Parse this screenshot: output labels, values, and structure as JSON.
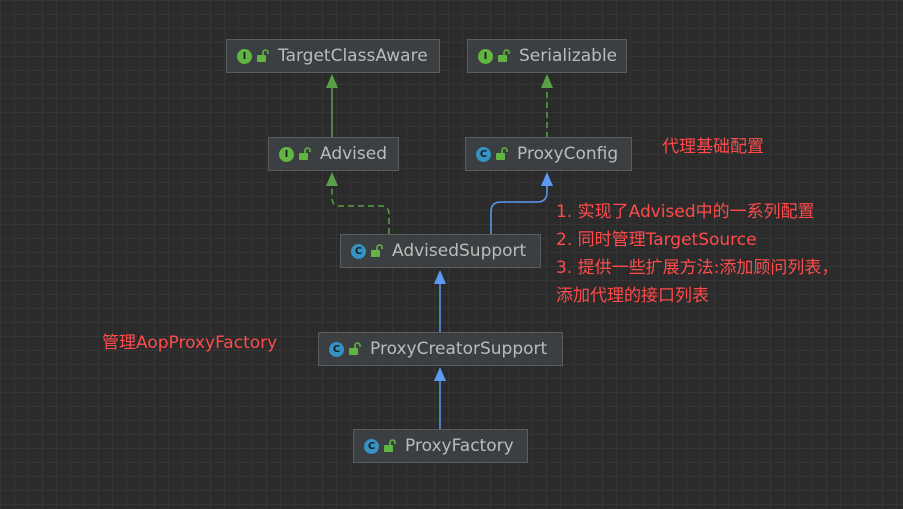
{
  "colors": {
    "background": "#2b2b2b",
    "node_fill": "#3c3f41",
    "node_border": "#5a5d5f",
    "text": "#bbbbbb",
    "interface_badge": "#62b543",
    "class_badge": "#3592c4",
    "extends_arrow": "#5b9bf5",
    "implements_arrow": "#5aa04a",
    "annotation": "#ff4b4b"
  },
  "nodes": {
    "target_class_aware": {
      "kind": "interface",
      "badge": "I",
      "label": "TargetClassAware",
      "icon": "unlock-icon"
    },
    "serializable": {
      "kind": "interface",
      "badge": "I",
      "label": "Serializable",
      "icon": "unlock-icon"
    },
    "advised": {
      "kind": "interface",
      "badge": "I",
      "label": "Advised",
      "icon": "unlock-icon"
    },
    "proxy_config": {
      "kind": "class",
      "badge": "C",
      "label": "ProxyConfig",
      "icon": "unlock-icon"
    },
    "advised_support": {
      "kind": "class",
      "badge": "C",
      "label": "AdvisedSupport",
      "icon": "unlock-icon"
    },
    "proxy_creator_support": {
      "kind": "class",
      "badge": "C",
      "label": "ProxyCreatorSupport",
      "icon": "unlock-icon"
    },
    "proxy_factory": {
      "kind": "class",
      "badge": "C",
      "label": "ProxyFactory",
      "icon": "unlock-icon"
    }
  },
  "edges": [
    {
      "from": "Advised",
      "to": "TargetClassAware",
      "type": "extends-interface",
      "style": "solid"
    },
    {
      "from": "ProxyConfig",
      "to": "Serializable",
      "type": "implements",
      "style": "dashed"
    },
    {
      "from": "AdvisedSupport",
      "to": "Advised",
      "type": "implements",
      "style": "dashed"
    },
    {
      "from": "AdvisedSupport",
      "to": "ProxyConfig",
      "type": "extends",
      "style": "solid"
    },
    {
      "from": "ProxyCreatorSupport",
      "to": "AdvisedSupport",
      "type": "extends",
      "style": "solid"
    },
    {
      "from": "ProxyFactory",
      "to": "ProxyCreatorSupport",
      "type": "extends",
      "style": "solid"
    }
  ],
  "annotations": {
    "proxy_config_note": "代理基础配置",
    "advised_support_notes": [
      "1. 实现了Advised中的一系列配置",
      "2. 同时管理TargetSource",
      "3. 提供一些扩展方法:添加顾问列表，",
      "添加代理的接口列表"
    ],
    "proxy_creator_support_note": "管理AopProxyFactory"
  }
}
